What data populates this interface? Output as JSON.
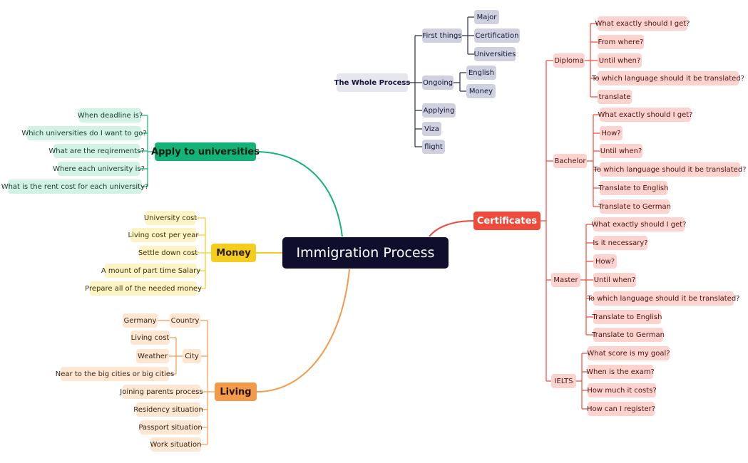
{
  "colors": {
    "root": "#0f0f2d",
    "green": "#13b277",
    "yellow": "#f5cd1e",
    "orange": "#f39a4a",
    "red": "#f04a3d",
    "gray": "#2a2c4e"
  },
  "root": {
    "label": "Immigration Process"
  },
  "apply": {
    "label": "Apply to universities",
    "items": [
      "When deadline is?",
      "Which universities do I want to go?",
      "What are the reqirements?",
      "Where each university is?",
      "What is the rent cost for each university?"
    ]
  },
  "money": {
    "label": "Money",
    "items": [
      "University cost",
      "Living cost per year",
      "Settle down cost",
      "A mount of part time Salary",
      "Prepare all of the needed money"
    ]
  },
  "living": {
    "label": "Living",
    "country": {
      "label": "Country",
      "children": [
        "Germany"
      ]
    },
    "city": {
      "label": "City",
      "children": [
        "Living cost",
        "Weather",
        "Near to the big cities or big cities"
      ]
    },
    "items": [
      "Joining parents process",
      "Residency situation",
      "Passport situation",
      "Work situation"
    ]
  },
  "certificates": {
    "label": "Certificates",
    "diploma": {
      "label": "Diploma",
      "items": [
        "What exactly should I get?",
        "From where?",
        "Until when?",
        "To which language should it be translated?",
        "translate"
      ]
    },
    "bachelor": {
      "label": "Bachelor",
      "items": [
        "What exactly should I get?",
        "How?",
        "Until when?",
        "To which language should it be translated?",
        "Translate to English",
        "Translate to German"
      ]
    },
    "master": {
      "label": "Master",
      "items": [
        "What exactly should I get?",
        "Is it necessary?",
        "How?",
        "Until when?",
        "To which language should it be translated?",
        "Translate to English",
        "Translate to German"
      ]
    },
    "ielts": {
      "label": "IELTS",
      "items": [
        "What score is my goal?",
        "When is the exam?",
        "How much it costs?",
        "How can I register?"
      ]
    }
  },
  "process": {
    "label": "The Whole Process",
    "first": {
      "label": "First things",
      "children": [
        "Major",
        "Certification",
        "Universities"
      ]
    },
    "ongoing": {
      "label": "Ongoing",
      "children": [
        "English",
        "Money"
      ]
    },
    "items": [
      "Applying",
      "Viza",
      "flight"
    ]
  }
}
